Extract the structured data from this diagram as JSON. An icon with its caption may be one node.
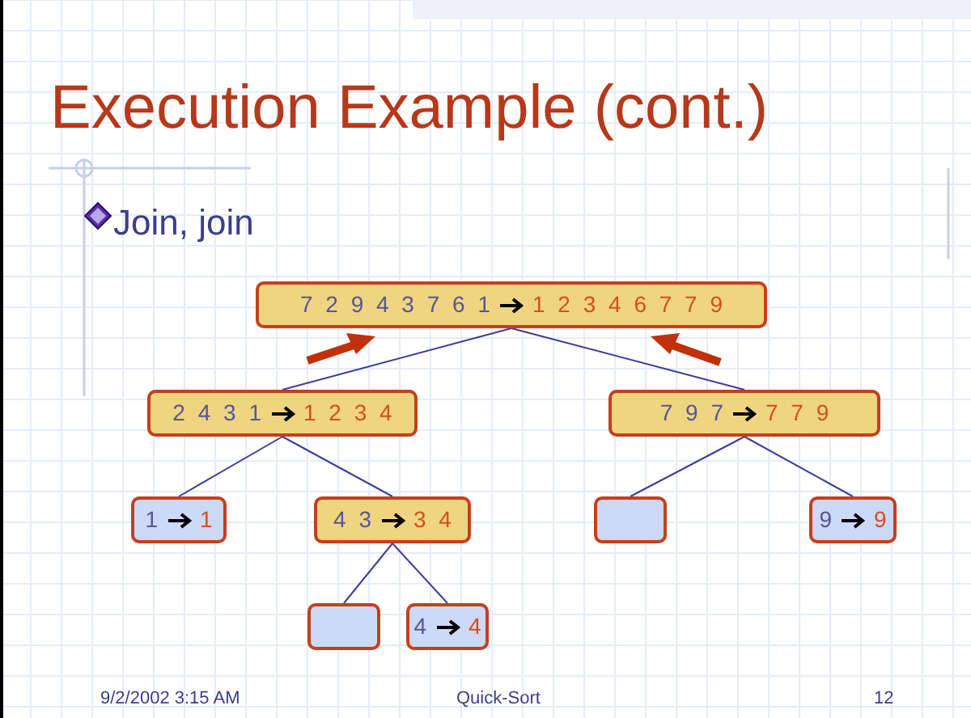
{
  "diagram": {
    "title": "Execution Example (cont.)",
    "nodes": [
      {
        "text": [
          "7 2 9 4 3 7 6 1",
          "1 2 3 4 6 7 7 9"
        ]
      },
      {
        "text": [
          "2 4 3 1",
          "1 2 3 4"
        ]
      },
      {
        "text": [
          "7 9 7",
          "7 7 9"
        ]
      },
      {
        "text": [
          "1",
          "1"
        ]
      },
      {
        "text": [
          "4 3",
          "3 4"
        ]
      },
      {
        "text": [],
        "shape": "box"
      },
      {
        "text": [
          "9",
          "9"
        ]
      },
      {
        "text": [],
        "shape": "box"
      },
      {
        "text": [
          "4",
          "4"
        ]
      }
    ],
    "edges": [
      {
        "from": 0,
        "to": 1,
        "arrow": "none"
      },
      {
        "from": 0,
        "to": 2,
        "arrow": "none"
      },
      {
        "from": 1,
        "to": 3,
        "arrow": "none"
      },
      {
        "from": 1,
        "to": 4,
        "arrow": "none"
      },
      {
        "from": 2,
        "to": 5,
        "arrow": "none"
      },
      {
        "from": 2,
        "to": 6,
        "arrow": "none"
      },
      {
        "from": 4,
        "to": 7,
        "arrow": "none"
      },
      {
        "from": 4,
        "to": 8,
        "arrow": "none"
      }
    ],
    "labels": [
      "Join, join",
      "9/2/2002 3:15 AM",
      "Quick-Sort",
      "12"
    ]
  }
}
